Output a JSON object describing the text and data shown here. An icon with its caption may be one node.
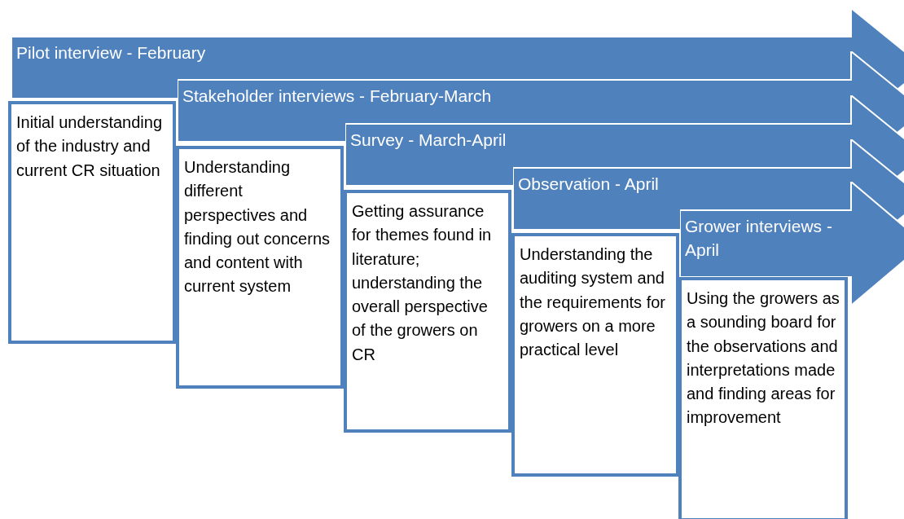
{
  "diagram": {
    "nodes": [
      {
        "text": [
          "Pilot interview - February"
        ]
      },
      {
        "text": [
          "Initial understanding of the industry and current CR situation"
        ]
      },
      {
        "text": [
          "Stakeholder interviews - February-March"
        ]
      },
      {
        "text": [
          "Understanding different perspectives and finding out concerns and content with current system"
        ]
      },
      {
        "text": [
          "Survey - March-April"
        ]
      },
      {
        "text": [
          "Getting assurance for themes found in literature; understanding the overall perspective of the growers on CR"
        ]
      },
      {
        "text": [
          "Observation - April"
        ]
      },
      {
        "text": [
          "Understanding the auditing system and the requirements for growers on a more practical level"
        ]
      },
      {
        "text": [
          "Grower interviews - April"
        ]
      },
      {
        "text": [
          "Using the growers as a sounding board for the observations and interpretations made and finding areas for improvement"
        ]
      }
    ]
  }
}
